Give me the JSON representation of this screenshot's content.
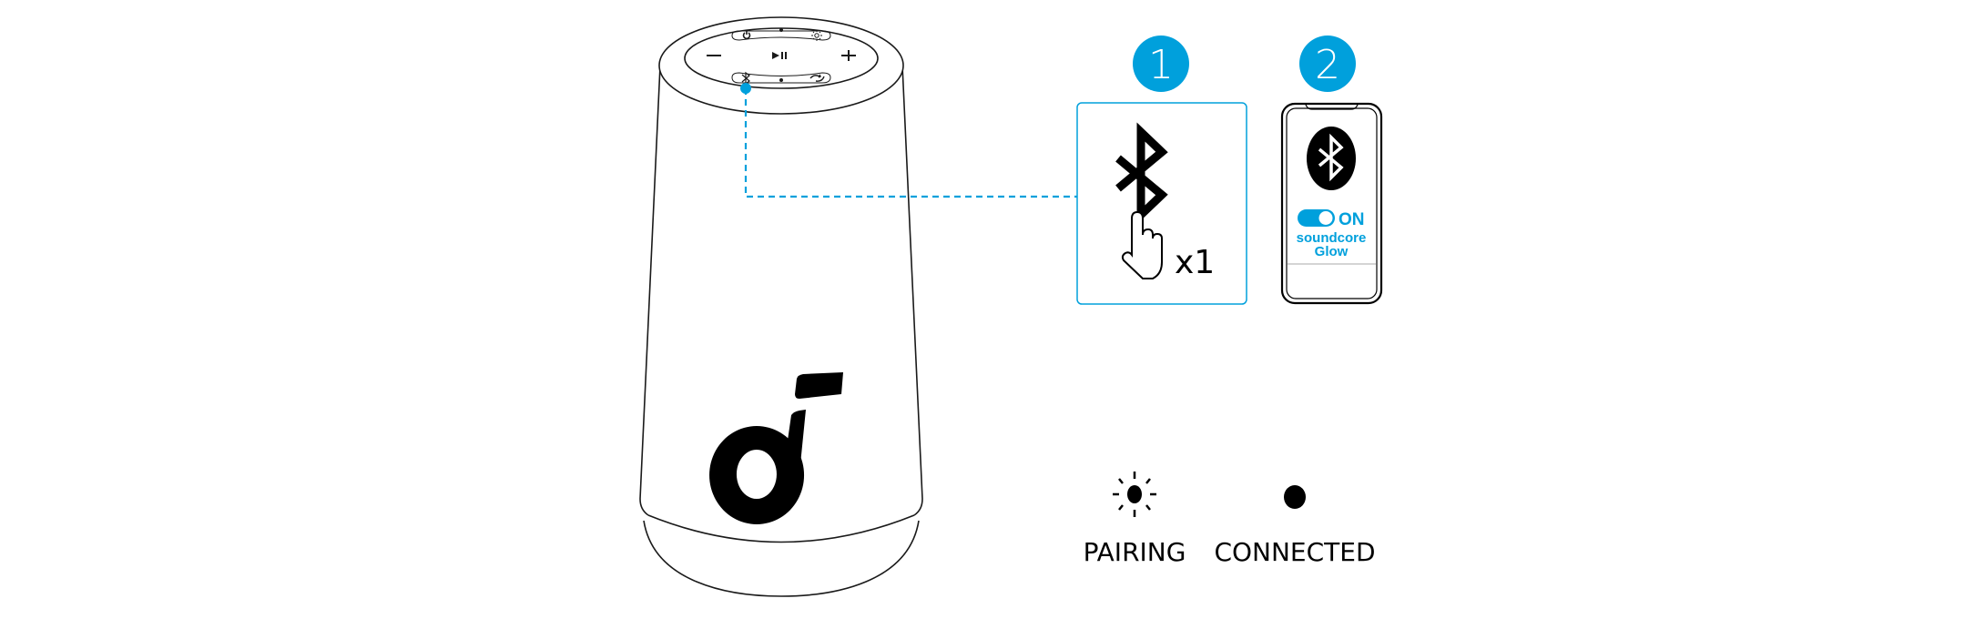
{
  "colors": {
    "accent": "#00A0DC",
    "line": "#1a1a1a"
  },
  "speaker": {
    "buttons": [
      "power-icon",
      "light-icon",
      "volume-down-icon",
      "play-pause-icon",
      "volume-up-icon",
      "bluetooth-icon",
      "partycast-icon"
    ]
  },
  "steps": [
    {
      "number": "1",
      "press_count": "x1"
    },
    {
      "number": "2",
      "toggle_label": "ON",
      "app_name_line1": "soundcore",
      "app_name_line2": "Glow"
    }
  ],
  "legend": {
    "pairing_label": "PAIRING",
    "connected_label": "CONNECTED"
  }
}
